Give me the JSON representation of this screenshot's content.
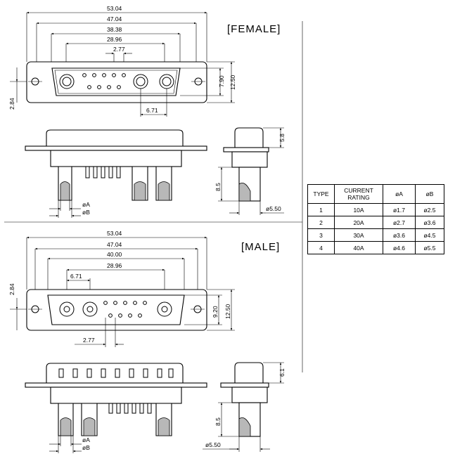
{
  "female": {
    "label": "[FEMALE]",
    "dims": {
      "overall_width": "53.04",
      "mount_hole_spacing": "47.04",
      "shell_width": "38.38",
      "contact_span": "28.96",
      "pin_pitch": "2.77",
      "side_offset": "2.84",
      "shell_height": "7.90",
      "flange_height": "12.50",
      "coax_pitch": "6.71",
      "body_height": "5.8",
      "tail_length": "8.5",
      "dia_a": "øA",
      "dia_b": "øB",
      "tail_dia": "ø5.50"
    }
  },
  "male": {
    "label": "[MALE]",
    "dims": {
      "overall_width": "53.04",
      "mount_hole_spacing": "47.04",
      "shell_width": "40.00",
      "contact_span": "28.96",
      "coax_pitch": "6.71",
      "side_offset": "2.84",
      "shell_height": "9.20",
      "flange_height": "12.50",
      "pin_pitch": "2.77",
      "body_height": "6.1",
      "tail_length": "8.5",
      "dia_a": "øA",
      "dia_b": "øB",
      "tail_dia": "ø5.50"
    }
  },
  "table": {
    "headers": [
      "TYPE",
      "CURRENT RATING",
      "øA",
      "øB"
    ],
    "rows": [
      [
        "1",
        "10A",
        "ø1.7",
        "ø2.5"
      ],
      [
        "2",
        "20A",
        "ø2.7",
        "ø3.6"
      ],
      [
        "3",
        "30A",
        "ø3.6",
        "ø4.5"
      ],
      [
        "4",
        "40A",
        "ø4.6",
        "ø5.5"
      ]
    ]
  }
}
